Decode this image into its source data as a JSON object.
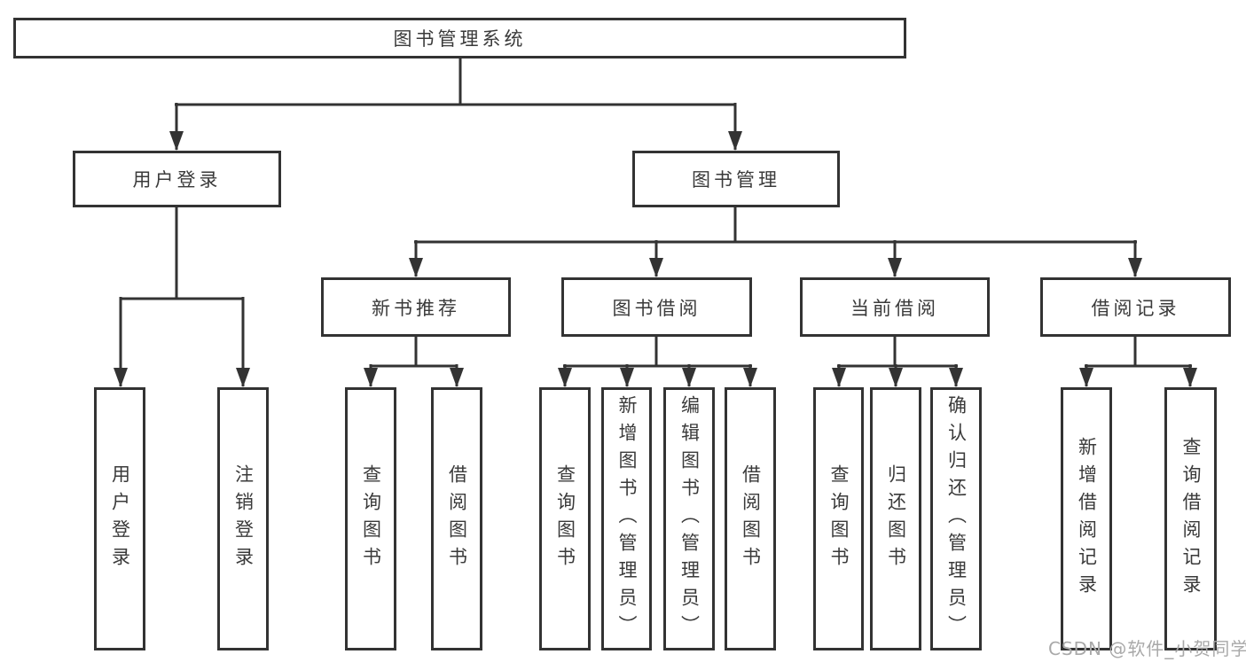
{
  "diagram": {
    "title": "图书管理系统",
    "type": "system-function-structure-tree",
    "colors": {
      "background": "#ffffff",
      "box_border": "#333333",
      "box_fill": "#ffffff",
      "text": "#3a3a3a",
      "connector": "#333333",
      "watermark": "#a9a9a9"
    },
    "nodes": {
      "root": {
        "label": "图书管理系统"
      },
      "user_login": {
        "label": "用户登录"
      },
      "book_management": {
        "label": "图书管理"
      },
      "new_book_recommend": {
        "label": "新书推荐"
      },
      "book_borrowing": {
        "label": "图书借阅"
      },
      "current_borrowing": {
        "label": "当前借阅"
      },
      "borrowing_records": {
        "label": "借阅记录"
      },
      "leaf_user_login": {
        "label": "用户登录"
      },
      "leaf_logout": {
        "label": "注销登录"
      },
      "leaf_recommend_search_books": {
        "label": "查询图书"
      },
      "leaf_recommend_borrow_books": {
        "label": "借阅图书"
      },
      "leaf_borrowing_search_books": {
        "label": "查询图书"
      },
      "leaf_add_books_admin": {
        "label": "新增图书（管理员）"
      },
      "leaf_edit_books_admin": {
        "label": "编辑图书（管理员）"
      },
      "leaf_borrowing_borrow_books": {
        "label": "借阅图书"
      },
      "leaf_current_search_books": {
        "label": "查询图书"
      },
      "leaf_return_books": {
        "label": "归还图书"
      },
      "leaf_confirm_return_admin": {
        "label": "确认归还（管理员）"
      },
      "leaf_add_borrowing_record": {
        "label": "新增借阅记录"
      },
      "leaf_search_borrowing_record": {
        "label": "查询借阅记录"
      }
    },
    "hierarchy": {
      "图书管理系统": [
        "用户登录",
        "图书管理"
      ],
      "用户登录": [
        "用户登录",
        "注销登录"
      ],
      "图书管理": [
        "新书推荐",
        "图书借阅",
        "当前借阅",
        "借阅记录"
      ],
      "新书推荐": [
        "查询图书",
        "借阅图书"
      ],
      "图书借阅": [
        "查询图书",
        "新增图书（管理员）",
        "编辑图书（管理员）",
        "借阅图书"
      ],
      "当前借阅": [
        "查询图书",
        "归还图书",
        "确认归还（管理员）"
      ],
      "借阅记录": [
        "新增借阅记录",
        "查询借阅记录"
      ]
    },
    "watermark": "CSDN @软件_小贺同学"
  }
}
